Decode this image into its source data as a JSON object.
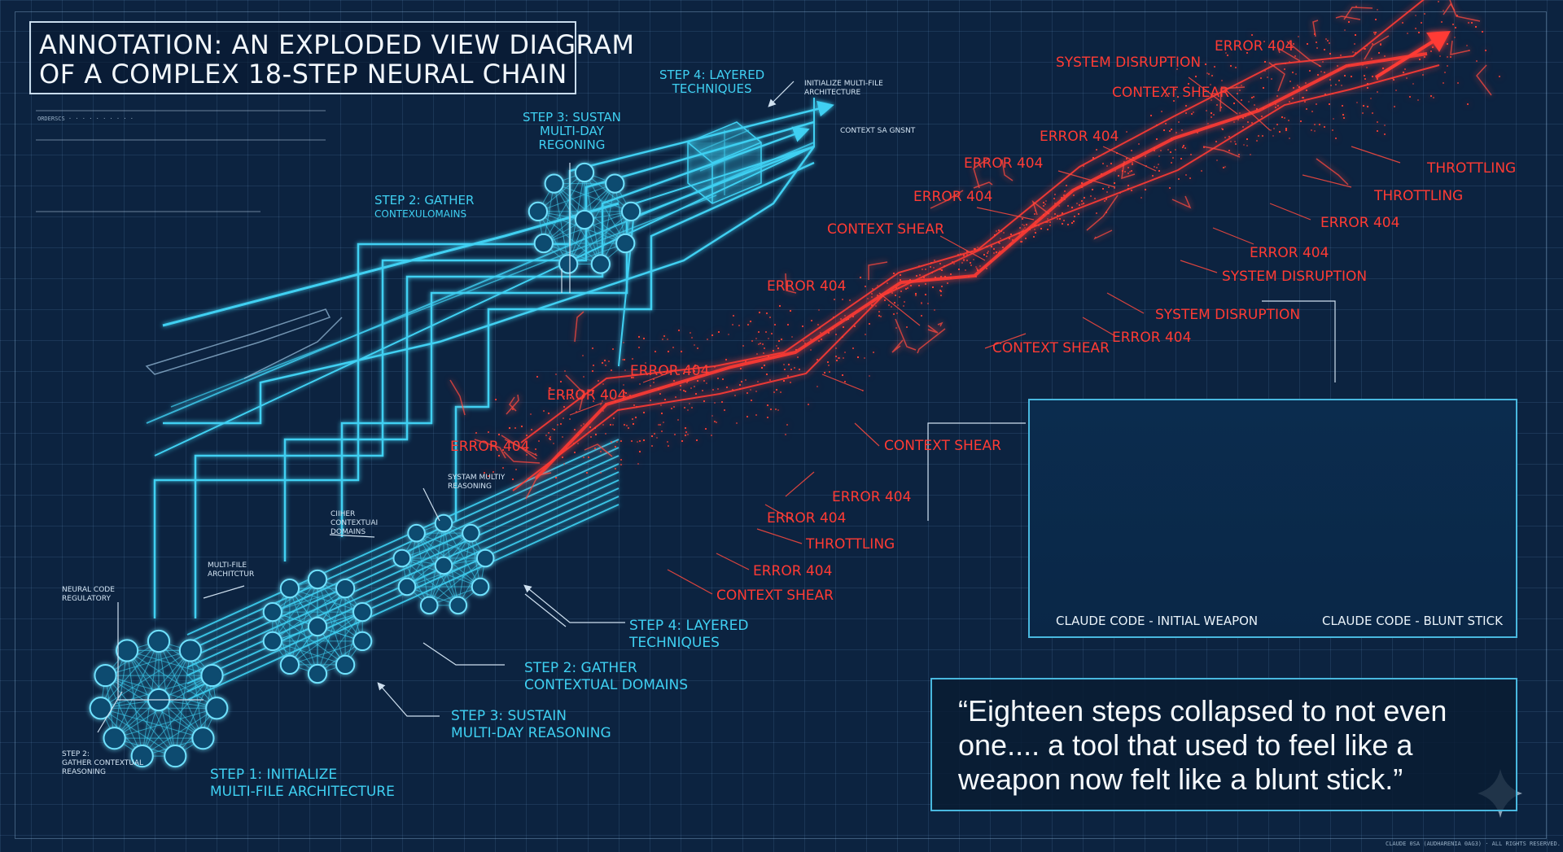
{
  "title": {
    "line1": "ANNOTATION: AN EXPLODED VIEW DIAGRAM",
    "line2": "OF A COMPLEX 18-STEP NEURAL CHAIN"
  },
  "upper_chain_labels": {
    "step2_l1": "STEP 2: GATHER",
    "step2_l2": "CONTEXULOMAINS",
    "step3_l1": "STEP 3: SUSTAN",
    "step3_l2": "MULTI-DAY",
    "step3_l3": "REGONING",
    "step4_l1": "STEP 4: LAYERED",
    "step4_l2": "TECHNIQUES",
    "init_l1": "INITIALIZE MULTI-FILE",
    "init_l2": "ARCHITECTURE",
    "context_small": "CONTEXT SA GNSNT"
  },
  "lower_chain_labels": {
    "neural_l1": "NEURAL CODE",
    "neural_l2": "REGULATORY",
    "multifile_l1": "MULTI-FILE",
    "multifile_l2": "ARCHITCTUR",
    "cither_l1": "CIIHER",
    "cither_l2": "CONTEXTUAI",
    "cither_l3": "DOMAINS",
    "systam_l1": "SYSTAM MULTIY",
    "systam_l2": "REASONING",
    "step2small_l1": "STEP 2:",
    "step2small_l2": "GATHER CONTEXTUAL",
    "step2small_l3": "REASONING",
    "step1_l1": "STEP 1: INITIALIZE",
    "step1_l2": "MULTI-FILE ARCHITECTURE",
    "step3_l1": "STEP 3: SUSTAIN",
    "step3_l2": "MULTI-DAY REASONING",
    "step2_l1": "STEP 2: GATHER",
    "step2_l2": "CONTEXTUAL DOMAINS",
    "step4_l1": "STEP 4: LAYERED",
    "step4_l2": "TECHNIQUES"
  },
  "red_labels": {
    "system_disruption": "SYSTEM DISRUPTION",
    "context_shear": "CONTEXT SHEAR",
    "error_404": "ERROR 404",
    "throttling": "THROTTLING"
  },
  "panel": {
    "caption_left": "CLAUDE CODE - INITIAL WEAPON",
    "caption_right": "CLAUDE CODE - BLUNT STICK"
  },
  "quote": {
    "line1": "“Eighteen steps collapsed to not even",
    "line2": "one.... a tool that used to feel like a",
    "line3": "weapon now felt like a blunt stick.”"
  },
  "footer": {
    "copyright": "CLAUDE 0SA (AUDHARENIA 0AG3) · ALL RIGHTS RESERVED."
  },
  "colors": {
    "background": "#0c2340",
    "cyan": "#3fd0f2",
    "red": "#ff3b34",
    "panel_border": "#49b8df"
  }
}
